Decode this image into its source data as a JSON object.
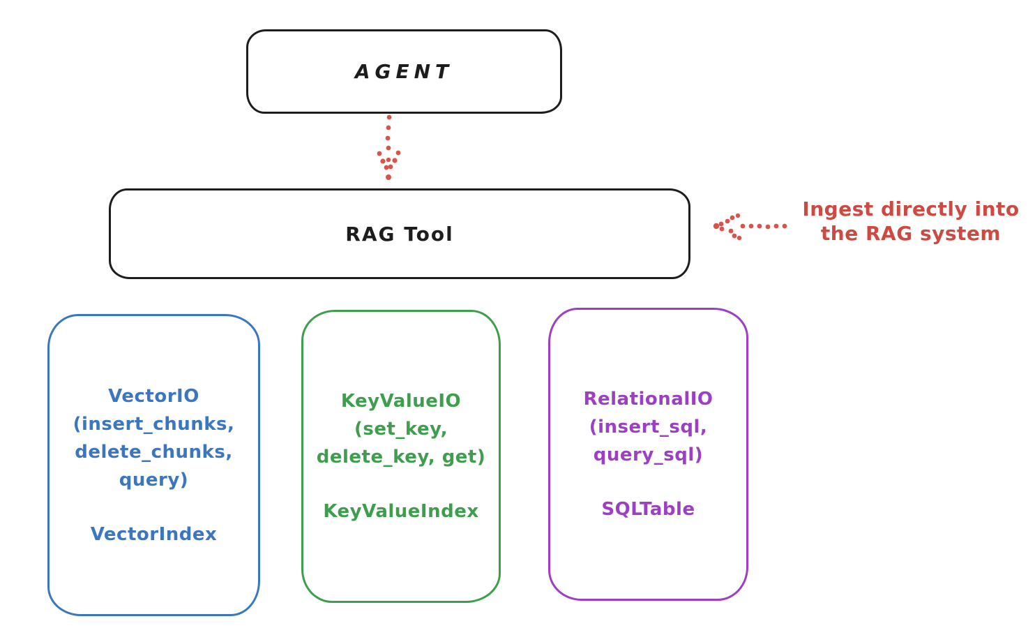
{
  "diagram": {
    "agent": {
      "label": "AGENT"
    },
    "rag_tool": {
      "label": "RAG Tool"
    },
    "annotation": {
      "line1": "Ingest directly into",
      "line2": "the RAG system",
      "color": "#cd4a43"
    },
    "arrows": [
      {
        "name": "agent-to-rag-arrow",
        "style": "dotted",
        "direction": "down",
        "color": "#d9534c"
      },
      {
        "name": "ingest-into-rag-arrow",
        "style": "dotted",
        "direction": "left",
        "color": "#d9534c"
      }
    ],
    "nodes": [
      {
        "id": "vector-io",
        "color": "#3b76c0",
        "lines": [
          "VectorIO",
          "(insert_chunks,",
          "delete_chunks,",
          "query)"
        ],
        "secondary": "VectorIndex"
      },
      {
        "id": "keyvalue-io",
        "color": "#3f9e4e",
        "lines": [
          "KeyValueIO",
          "(set_key,",
          "delete_key, get)"
        ],
        "secondary": "KeyValueIndex"
      },
      {
        "id": "relational-io",
        "color": "#9c3fc4",
        "lines": [
          "RelationalIO",
          "(insert_sql,",
          "query_sql)"
        ],
        "secondary": "SQLTable"
      }
    ]
  }
}
